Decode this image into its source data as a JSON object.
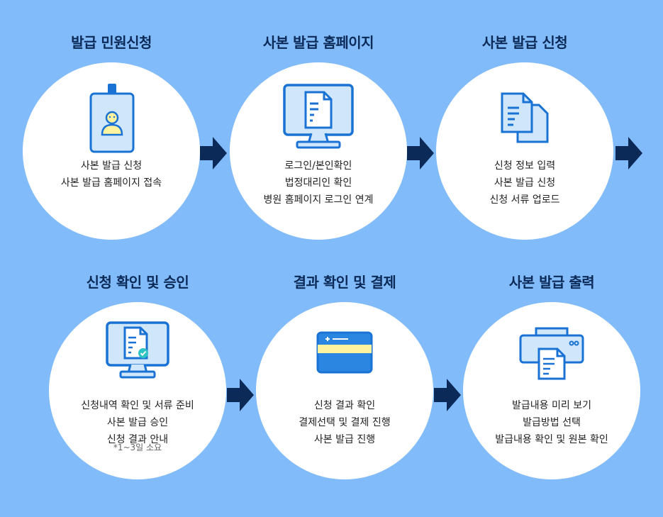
{
  "steps": [
    {
      "title": "발급 민원신청",
      "icon": "id-badge-icon",
      "lines": [
        "사본 발급 신청",
        "사본 발급 홈페이지 접속"
      ]
    },
    {
      "title": "사본 발급 홈페이지",
      "icon": "monitor-document-icon",
      "lines": [
        "로그인/본인확인",
        "법정대리인 확인",
        "병원 홈페이지 로그인 연계"
      ]
    },
    {
      "title": "사본 발급 신청",
      "icon": "documents-icon",
      "lines": [
        "신청 정보 입력",
        "사본 발급 신청",
        "신청 서류 업로드"
      ]
    },
    {
      "title": "신청 확인 및 승인",
      "icon": "monitor-approved-document-icon",
      "lines": [
        "신청내역 확인 및 서류 준비",
        "사본 발급 승인",
        "신청 결과 안내"
      ],
      "note": "*1~3일 소요"
    },
    {
      "title": "결과 확인 및 결제",
      "icon": "credit-card-icon",
      "lines": [
        "신청 결과 확인",
        "결제선택 및 결제 진행",
        "사본 발급 진행"
      ]
    },
    {
      "title": "사본 발급 출력",
      "icon": "printer-icon",
      "lines": [
        "발급내용 미리 보기",
        "발급방법 선택",
        "발급내용 확인 및 원본 확인"
      ]
    }
  ],
  "colors": {
    "background": "#82bbfa",
    "circle": "#ffffff",
    "arrow": "#0b2a57",
    "icon_stroke": "#1a73d4",
    "icon_fill": "#cfe6fb",
    "title": "#0b2a57"
  }
}
